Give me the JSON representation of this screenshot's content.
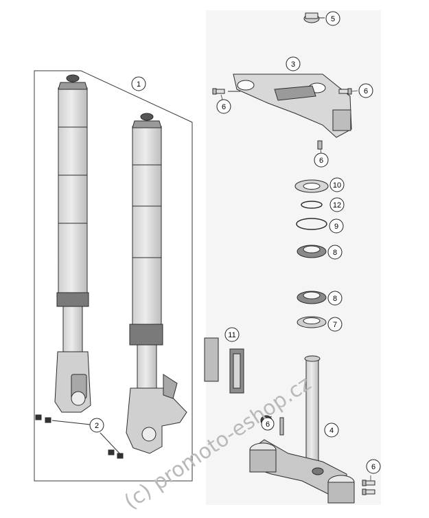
{
  "callouts": [
    {
      "id": "c1",
      "text": "1"
    },
    {
      "id": "c2",
      "text": "2"
    },
    {
      "id": "c3",
      "text": "3"
    },
    {
      "id": "c4",
      "text": "4"
    },
    {
      "id": "c5",
      "text": "5"
    },
    {
      "id": "c6a",
      "text": "6"
    },
    {
      "id": "c6b",
      "text": "6"
    },
    {
      "id": "c6c",
      "text": "6"
    },
    {
      "id": "c6d",
      "text": "6"
    },
    {
      "id": "c6e",
      "text": "6"
    },
    {
      "id": "c7",
      "text": "7"
    },
    {
      "id": "c8a",
      "text": "8"
    },
    {
      "id": "c8b",
      "text": "8"
    },
    {
      "id": "c9",
      "text": "9"
    },
    {
      "id": "c10",
      "text": "10"
    },
    {
      "id": "c11",
      "text": "11"
    },
    {
      "id": "c12",
      "text": "12"
    }
  ],
  "watermark": "(c) promoto-eshop.cz",
  "colors": {
    "part_fill": "#dcdcdc",
    "part_stroke": "#2b2b2b",
    "frame": "#3a3a3a",
    "watermark": "#b9b9b9",
    "background_panel": "#f2f2f2"
  }
}
